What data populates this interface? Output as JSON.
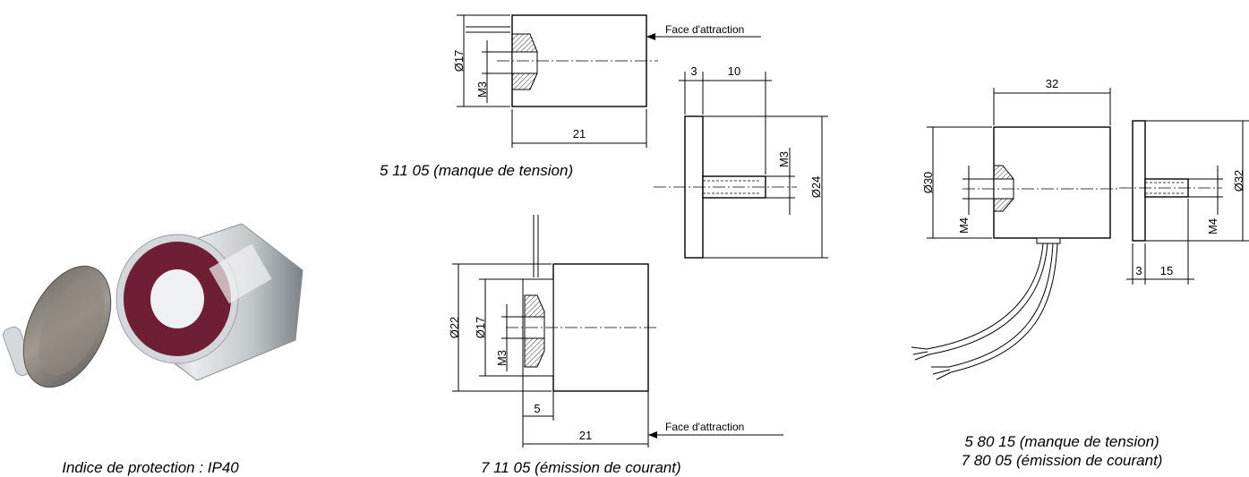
{
  "photo": {
    "caption": "Indice de protection : IP40"
  },
  "drawing_511": {
    "face_label": "Face d'attraction",
    "dim_diameter": "Ø17",
    "dim_thread": "M3",
    "dim_length": "21",
    "caption": "5 11 05 (manque de tension)"
  },
  "drawing_anchor_small": {
    "dim_plate": "3",
    "dim_stud": "10",
    "dim_thread": "M3",
    "dim_diameter": "Ø24"
  },
  "drawing_711": {
    "dim_outer": "Ø22",
    "dim_inner": "Ø17",
    "dim_thread": "M3",
    "dim_step": "5",
    "dim_length": "21",
    "face_label": "Face d'attraction",
    "caption": "7 11 05 (émission de courant)"
  },
  "drawing_580": {
    "dim_length": "32",
    "dim_diameter": "Ø30",
    "dim_thread": "M4",
    "caption_line1": "5 80 15 (manque de tension)",
    "caption_line2": "7 80 05 (émission de courant)"
  },
  "drawing_anchor_large": {
    "dim_thread": "M4",
    "dim_diameter": "Ø32",
    "dim_plate": "3",
    "dim_stud": "15"
  },
  "colors": {
    "magnet_face": "#6e1f35",
    "metal": "#c8cccf",
    "line": "#000000"
  }
}
